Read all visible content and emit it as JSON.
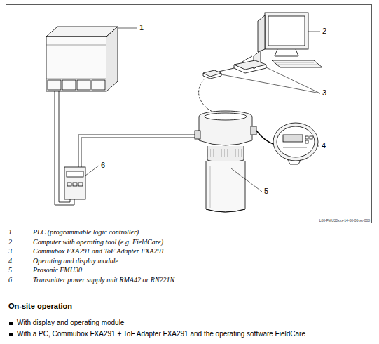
{
  "diagram": {
    "title": "On-site operation",
    "labels": [
      "1",
      "2",
      "3",
      "4",
      "5",
      "6",
      "1",
      "PLC (programmable logic controller)",
      "2",
      "Computer with operating tool (e.g. FieldCare)",
      "3",
      "Commubox FXA291 and ToF Adapter FXA291",
      "4",
      "Operating and display module",
      "5",
      "Prosonic FMU30",
      "6",
      "Transmitter power supply unit RMA42 or RN221N",
      "L00-FMU30xxx-14-00-06-xx-008",
      "With display and operating module",
      "With a PC, Commubox FXA291 + ToF Adapter FXA291 and the operating software FieldCare"
    ]
  }
}
